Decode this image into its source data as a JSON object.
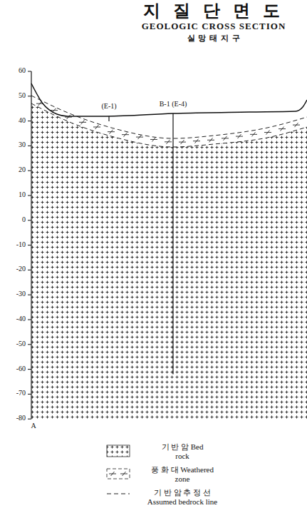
{
  "diagram": {
    "title": "지 질 단 면 도",
    "labels": [
      "GEOLOGIC CROSS SECTION",
      "실 망 태 지 구",
      "60",
      "50",
      "40",
      "30",
      "20",
      "10",
      "0",
      "-10",
      "-20",
      "-30",
      "-40",
      "-50",
      "-60",
      "-70",
      "-80",
      "(E-1)",
      "B-1 (E-4)",
      "A"
    ],
    "legend": [
      {
        "text": "기 반 암 Bed rock"
      },
      {
        "text": "풍 화 대 Weathered zone"
      },
      {
        "text": "기 반 암 추 정 선 Assumed bedrock line"
      }
    ]
  }
}
